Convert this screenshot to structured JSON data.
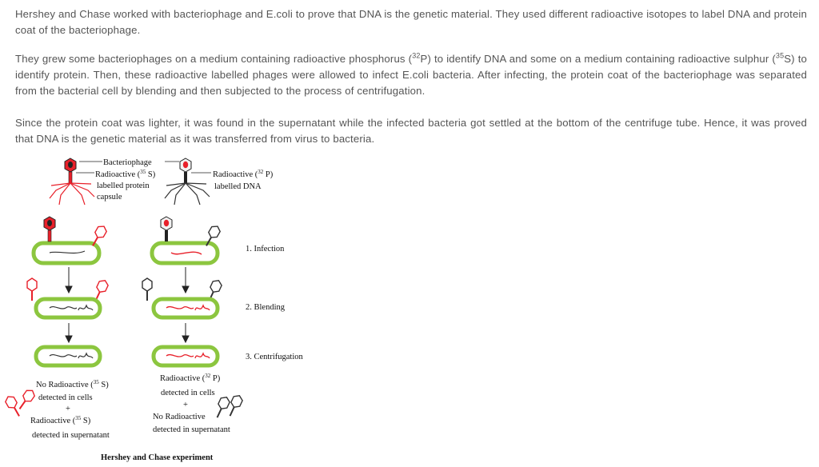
{
  "paragraphs": {
    "p1": "Hershey and Chase worked with bacteriophage and E.coli to prove that DNA is the genetic material. They used different radioactive isotopes to label DNA and protein coat of the bacteriophage.",
    "p2_a": "They grew some bacteriophages on a medium containing radioactive phosphorus (",
    "p2_sup1": "32",
    "p2_b": "P) to identify DNA and some on a medium containing radioactive sulphur (",
    "p2_sup2": "35",
    "p2_c": "S) to identify protein. Then, these radioactive labelled phages were allowed to infect E.coli bacteria. After infecting, the protein coat of the bacteriophage was separated from the bacterial cell by blending and then subjected to the process of centrifugation.",
    "p3": "Since the protein coat was lighter, it was found in the supernatant while the infected bacteria got settled at the bottom of the centrifuge tube. Hence, it was proved that DNA is the genetic material as it was transferred from virus to bacteria."
  },
  "figure": {
    "label_bacteriophage": "Bacteriophage",
    "label_protein_1": "Radioactive (",
    "label_protein_sup": "35",
    "label_protein_2": " S)",
    "label_protein_3": "labelled protein",
    "label_protein_4": "capsule",
    "label_dna_1": "Radioactive (",
    "label_dna_sup": "32",
    "label_dna_2": " P)",
    "label_dna_3": "labelled DNA",
    "step_1": "1. Infection",
    "step_2": "2. Blending",
    "step_3": "3. Centrifugation",
    "left_result_1": "No Radioactive (",
    "left_result_sup": "35",
    "left_result_2": " S)",
    "left_result_3": "detected in cells",
    "plus": "+",
    "left_result_4": "Radioactive (",
    "left_result_sup2": "35",
    "left_result_5": " S)",
    "left_result_6": "detected in supernatant",
    "right_result_1": "Radioactive (",
    "right_result_sup": "32",
    "right_result_2": " P)",
    "right_result_3": "detected in cells",
    "right_result_4": "No Radioactive",
    "right_result_5": "detected in supernatant",
    "caption": "Hershey and Chase experiment"
  },
  "colors": {
    "text": "#555555",
    "bacterium_wall": "#8cc63f",
    "radioactive": "#e8202a",
    "phage": "#333333"
  }
}
